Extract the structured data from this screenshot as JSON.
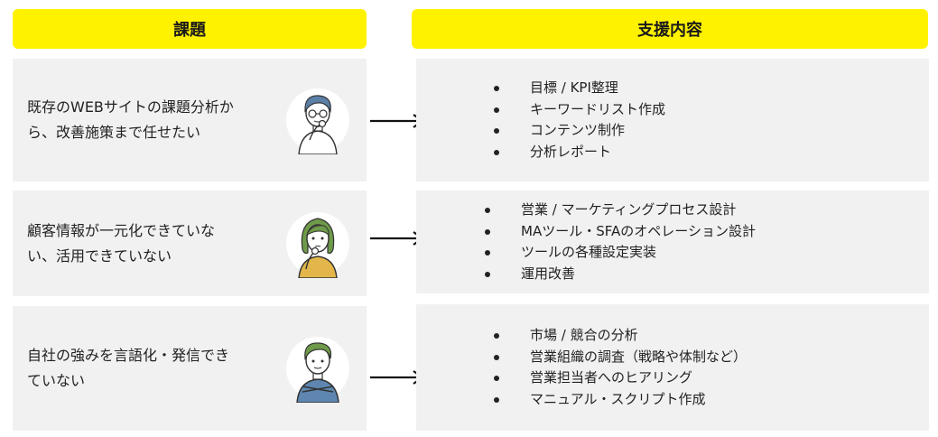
{
  "header": {
    "left_label": "課題",
    "right_label": "支援内容"
  },
  "rows": [
    {
      "issue": "既存のWEBサイトの課題分析か\nら、改善施策まで任せたい",
      "items": [
        "目標 / KPI整理",
        "キーワードリスト作成",
        "コンテンツ制作",
        "分析レポート"
      ]
    },
    {
      "issue": "顧客情報が一元化できていな\nい、活用できていない",
      "items": [
        "営業 / マーケティングプロセス設計",
        "MAツール・SFAのオペレーション設計",
        "ツールの各種設定実装",
        "運用改善"
      ]
    },
    {
      "issue": "自社の強みを言語化・発信でき\nていない",
      "items": [
        "市場 / 競合の分析",
        "営業組織の調査（戦略や体制など）",
        "営業担当者へのヒアリング",
        "マニュアル・スクリプト作成"
      ]
    }
  ],
  "colors": {
    "header_bg": "#fff200",
    "box_bg": "#f1f1f1",
    "hair_blue": "#5b7fa6",
    "hair_green": "#6e9a4a",
    "shirt_yellow": "#e2b64a",
    "shirt_blue": "#5e86b0"
  }
}
